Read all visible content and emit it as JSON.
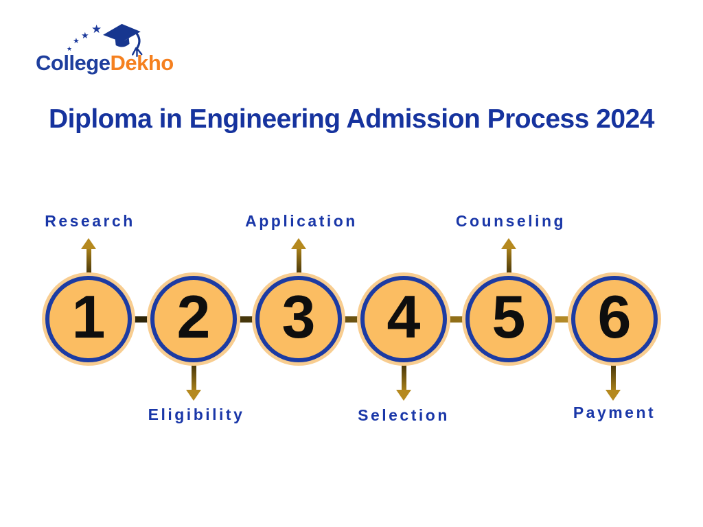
{
  "logo": {
    "college": "College",
    "dekho": "Dekho"
  },
  "title": "Diploma in Engineering Admission Process 2024",
  "steps": [
    {
      "number": "1",
      "label": "Research",
      "label_position": "top"
    },
    {
      "number": "2",
      "label": "Eligibility",
      "label_position": "bottom"
    },
    {
      "number": "3",
      "label": "Application",
      "label_position": "top"
    },
    {
      "number": "4",
      "label": "Selection",
      "label_position": "bottom"
    },
    {
      "number": "5",
      "label": "Counseling",
      "label_position": "top"
    },
    {
      "number": "6",
      "label": "Payment",
      "label_position": "bottom"
    }
  ],
  "colors": {
    "title_blue": "#16339e",
    "label_blue": "#1a37a8",
    "logo_blue": "#1e3e9d",
    "logo_orange": "#f5801f",
    "circle_fill": "#fbbd62",
    "circle_ring_blue": "#1c3ba3",
    "circle_ring_outer": "#f8cd90",
    "number_black": "#0e0e0e",
    "connector_dark": "#201a06",
    "connector_gold": "#c2952d",
    "arrow_gold": "#b5891f"
  }
}
